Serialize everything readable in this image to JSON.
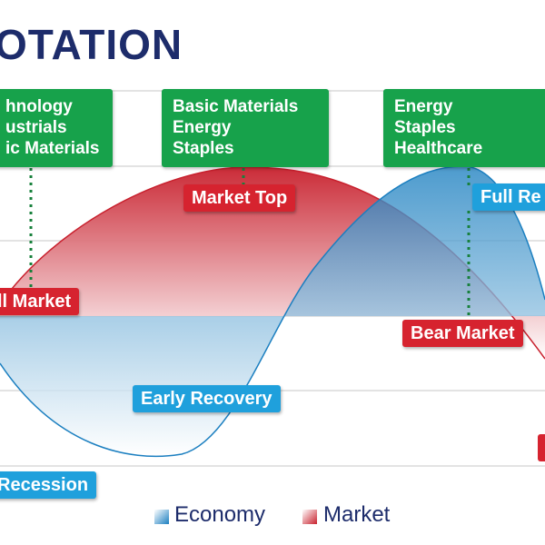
{
  "title": "OTATION",
  "sector_boxes": [
    {
      "lines": [
        "hnology",
        "ustrials",
        "ic Materials"
      ]
    },
    {
      "lines": [
        "Basic Materials",
        "Energy",
        "Staples"
      ]
    },
    {
      "lines": [
        "Energy",
        "Staples",
        "Healthcare"
      ]
    }
  ],
  "phase_labels": {
    "market_top": "Market Top",
    "bull_market": "ll Market",
    "bear_market": "Bear Market",
    "full_recession": "Full Re",
    "early_recovery": "Early Recovery",
    "recession": "Recession"
  },
  "legend": {
    "economy": "Economy",
    "market": "Market"
  },
  "colors": {
    "title": "#1d2c6b",
    "green": "#17a24b",
    "red": "#d6232f",
    "blue": "#1fa0dc",
    "grid": "#c7c7c7"
  },
  "chart_data": {
    "type": "area",
    "series": [
      {
        "name": "Economy",
        "values": []
      },
      {
        "name": "Market",
        "values": []
      }
    ],
    "legend_position": "bottom",
    "grid": true
  }
}
